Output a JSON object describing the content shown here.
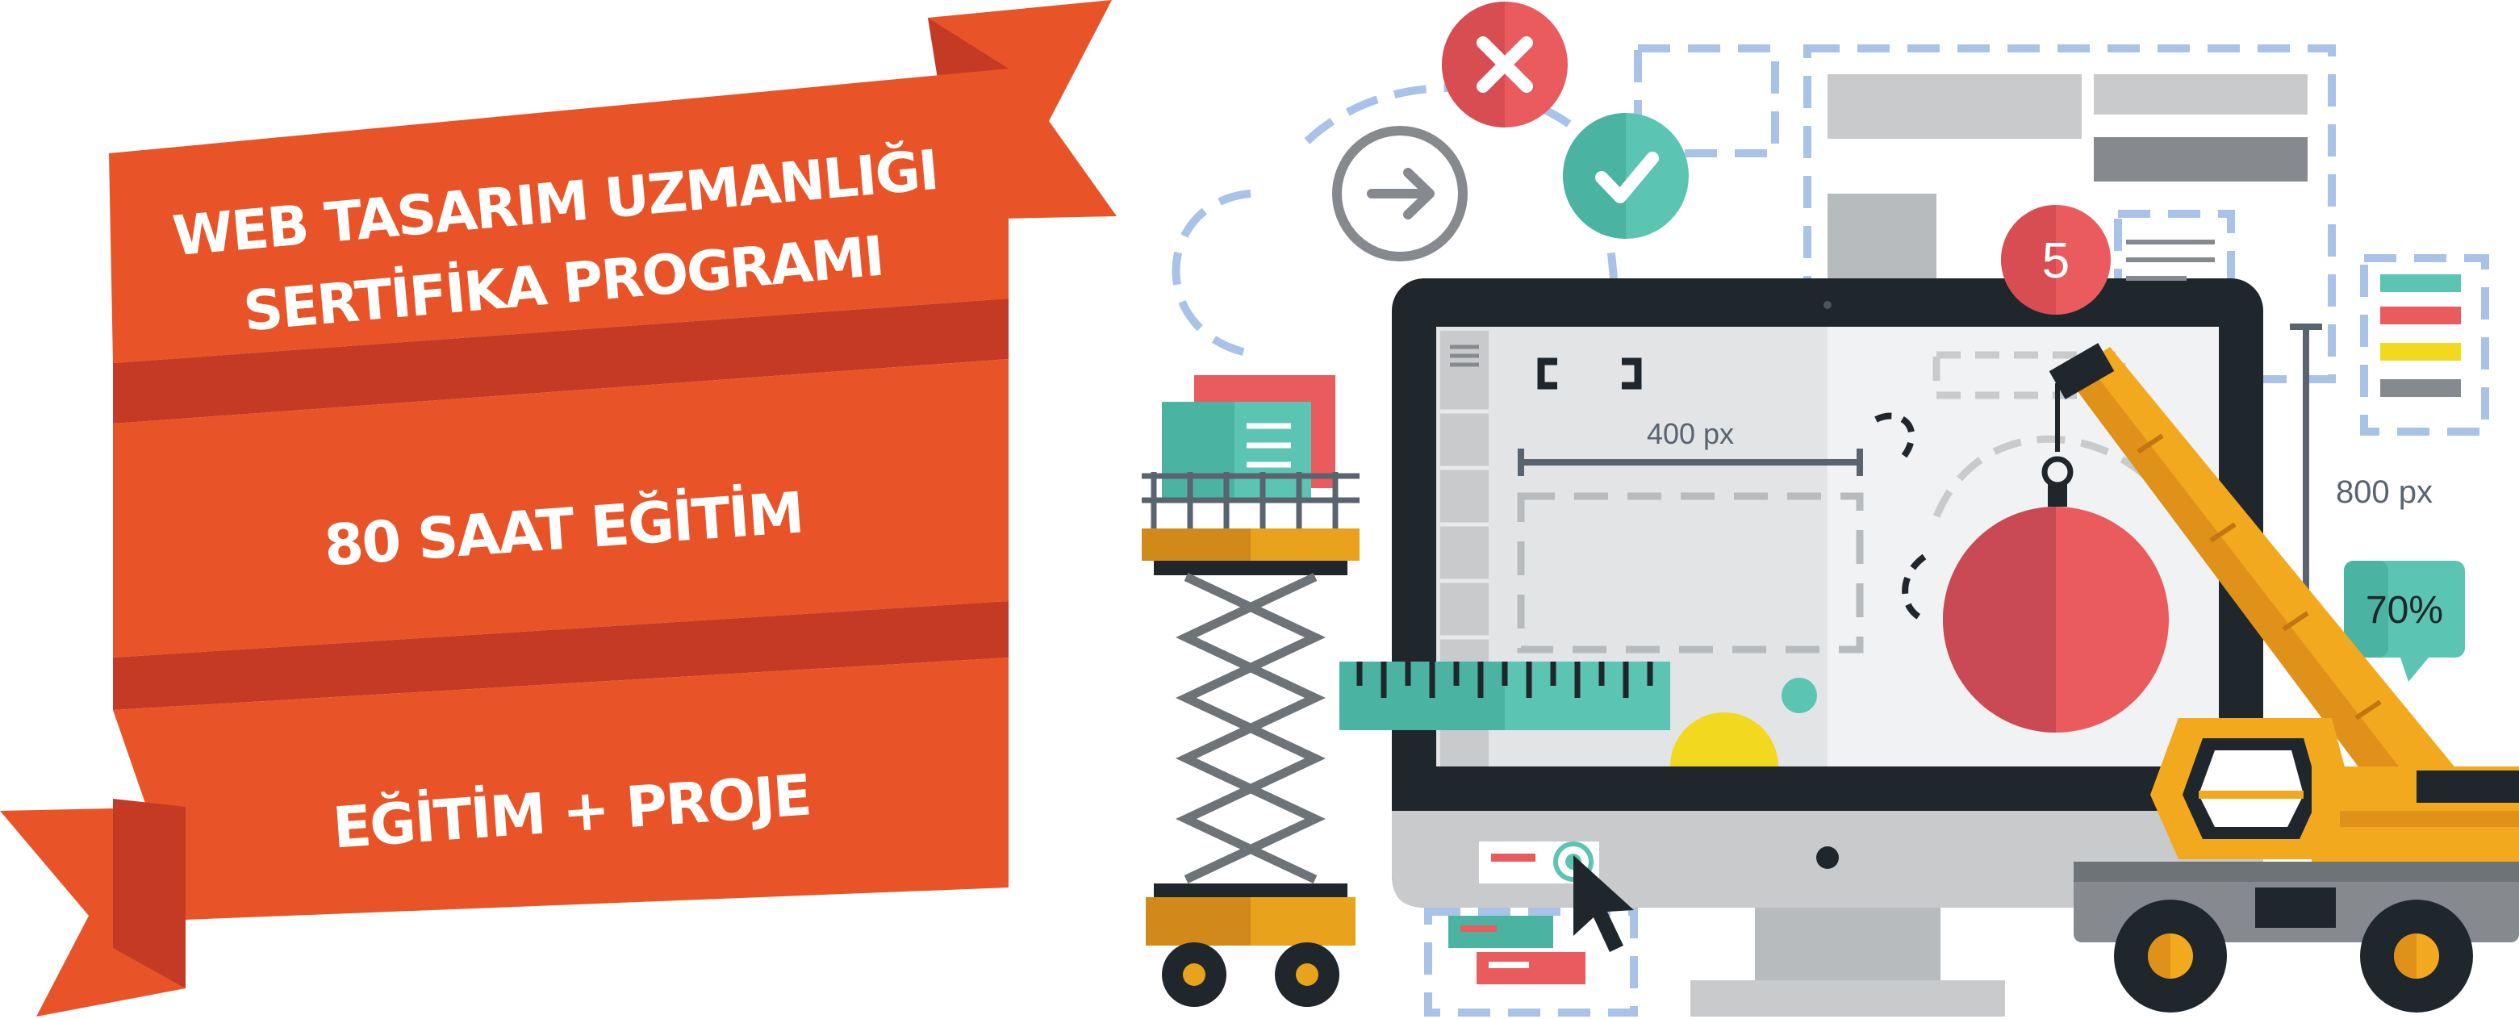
{
  "banner": {
    "title_line1": "WEB TASARIM UZMANLIĞI",
    "title_line2": "SERTİFİKA PROGRAMI",
    "hours": "80 SAAT EĞİTİM",
    "format": "EĞİTİM + PROJE"
  },
  "illustration": {
    "width_label": "400 px",
    "height_label": "800 px",
    "badge_number": "5",
    "progress_label": "70%",
    "progress_value": 0.7
  },
  "colors": {
    "ribbon_orange": "#e85428",
    "ribbon_dark": "#c43a24",
    "monitor_frame": "#1f262c",
    "teal": "#5cc4b2",
    "red": "#ea5b5e",
    "yellow": "#f3a91e",
    "dash_blue": "#a9c3e8"
  },
  "icons": [
    "close-icon",
    "check-icon",
    "arrow-right-icon",
    "cursor-icon",
    "hamburger-menu-icon"
  ]
}
